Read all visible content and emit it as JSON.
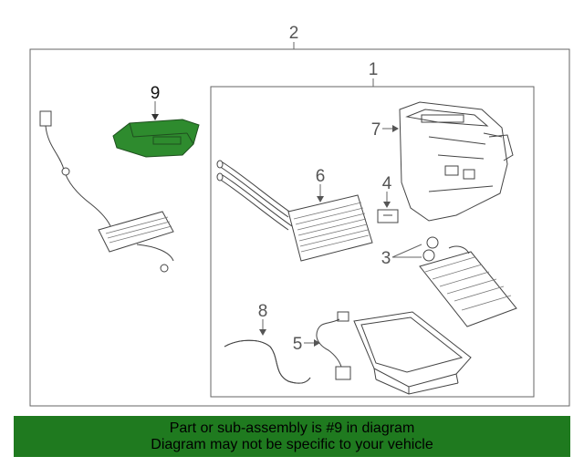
{
  "callouts": {
    "c1": "1",
    "c2": "2",
    "c3": "3",
    "c4": "4",
    "c5": "5",
    "c6": "6",
    "c7": "7",
    "c8": "8",
    "c9": "9"
  },
  "colors": {
    "highlight_part": "#2e8b2e",
    "banner_bg": "#1f7a1f",
    "line": "#666666"
  },
  "banner": {
    "line1": "Part or sub-assembly is #9 in diagram",
    "line2": "Diagram may not be specific to your vehicle"
  }
}
